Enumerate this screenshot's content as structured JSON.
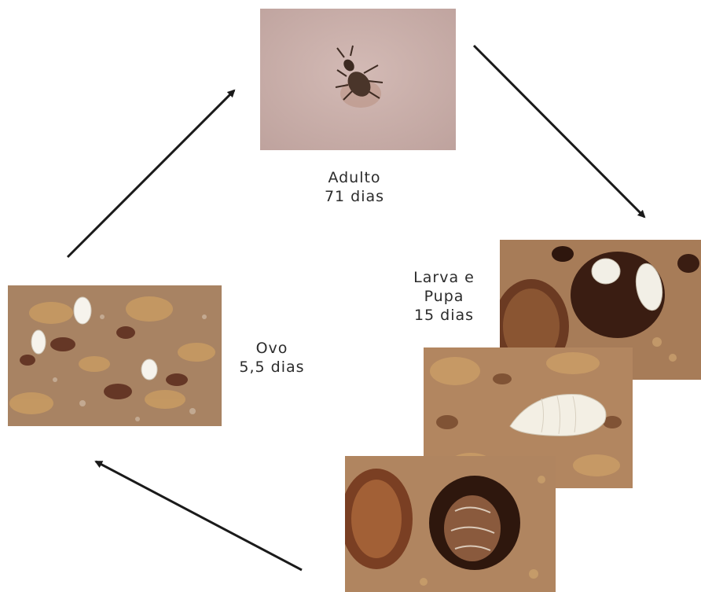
{
  "stages": {
    "adult": {
      "name": "Adulto",
      "duration": "71 dias"
    },
    "egg": {
      "name": "Ovo",
      "duration": "5,5 dias"
    },
    "larva_pupa": {
      "name_line1": "Larva e",
      "name_line2": "Pupa",
      "duration": "15 dias"
    }
  },
  "colors": {
    "arrow": "#1a1a1a",
    "adult_bg": "#cbb1ad",
    "substrate": "#a67c5c",
    "larva": "#f2efe6"
  }
}
